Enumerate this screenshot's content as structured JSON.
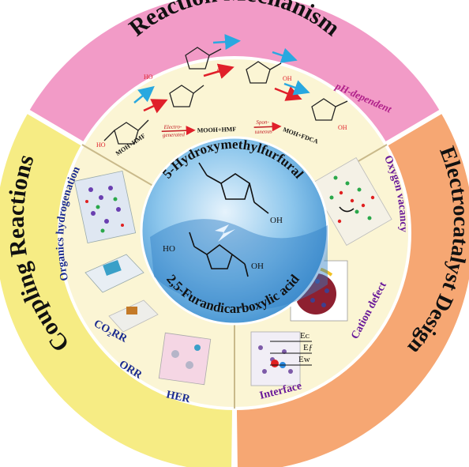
{
  "center": {
    "top_arc_label": "5-Hydroxymethylfurfural",
    "bottom_arc_label": "2,5-Furandicarboxylic acid",
    "oh_label": "OH",
    "ho_label": "HO"
  },
  "sections": {
    "top": {
      "title": "Reaction Mechanism",
      "ph_label": "pH-dependent",
      "pathway": {
        "start": "MOH+HMF",
        "electro_1": "Electro-",
        "electro_2": "generated",
        "mid": "MOOH+HMF",
        "spon_1": "Spon-",
        "spon_2": "taneous",
        "end": "MOH+FDCA"
      }
    },
    "left": {
      "title": "Coupling Reactions",
      "items": [
        "Organics hydrogenation",
        "CO₂RR",
        "ORR",
        "HER"
      ]
    },
    "right": {
      "title": "Electrocatalyst Design",
      "items": [
        "Oxygen vacancy",
        "Cation defect",
        "Interface"
      ],
      "energy_labels": [
        "Eᴄ",
        "Eƒ",
        "Eᴡ"
      ]
    }
  },
  "colors": {
    "top_band": "#f29bc7",
    "left_band": "#f6ec84",
    "right_band": "#f6a773",
    "inner_ring": "#fbf5d4",
    "center": "#6fb3e0",
    "title_text": "#111111",
    "label_text": "#1a2b8f",
    "ph_text": "#b0208a",
    "purple_text": "#6a1b9a"
  }
}
